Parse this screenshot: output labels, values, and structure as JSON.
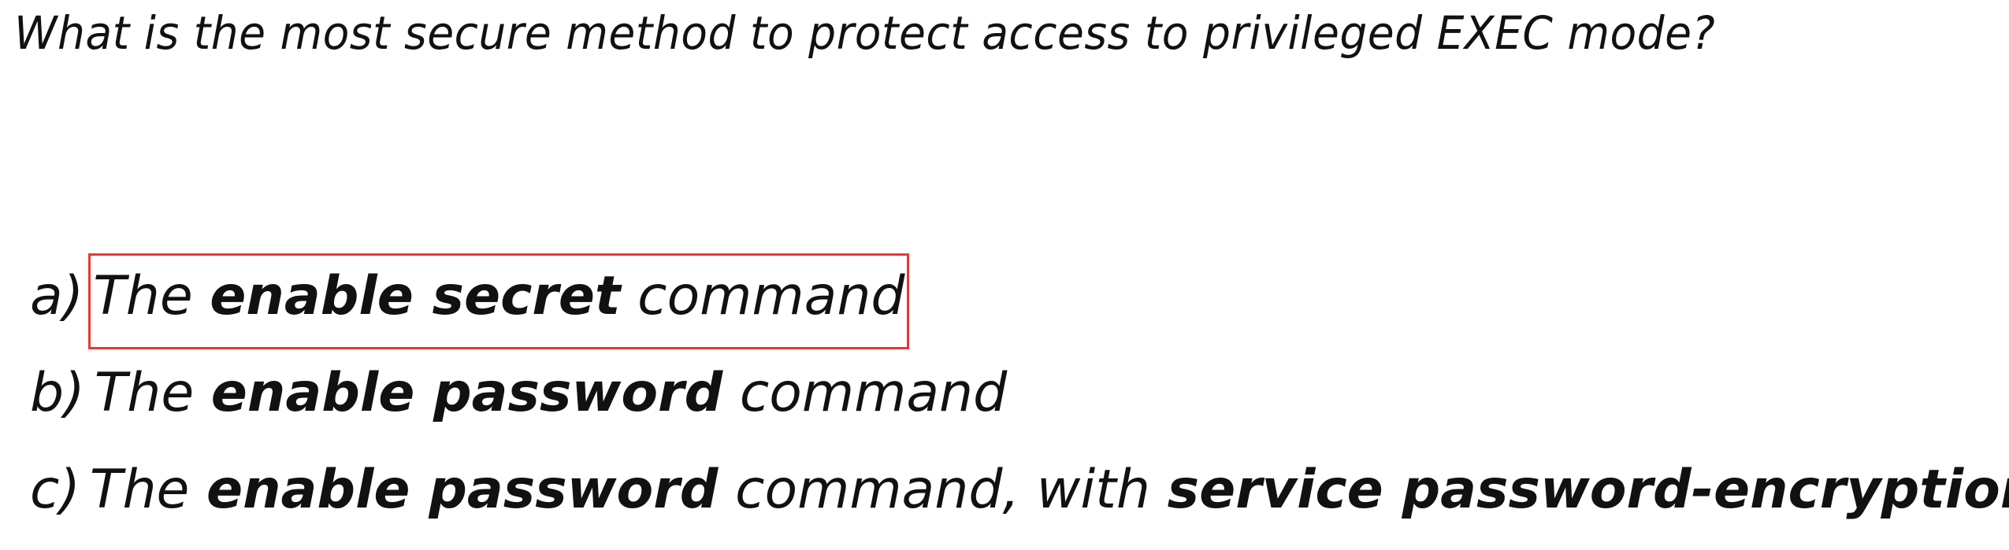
{
  "question": "What is the most secure method to protect access to privileged EXEC mode?",
  "options": [
    {
      "letter": "a)",
      "pre": "The ",
      "bold1": "enable secret",
      "mid": " command",
      "bold2": "",
      "post": "",
      "highlighted": true
    },
    {
      "letter": "b)",
      "pre": "The ",
      "bold1": "enable password",
      "mid": " command",
      "bold2": "",
      "post": "",
      "highlighted": false
    },
    {
      "letter": "c)",
      "pre": "The ",
      "bold1": "enable password",
      "mid": " command, with ",
      "bold2": "service password-encryption",
      "post": "",
      "highlighted": false
    }
  ],
  "colors": {
    "highlight_border": "#e53935",
    "text": "#111111",
    "background": "#ffffff"
  }
}
